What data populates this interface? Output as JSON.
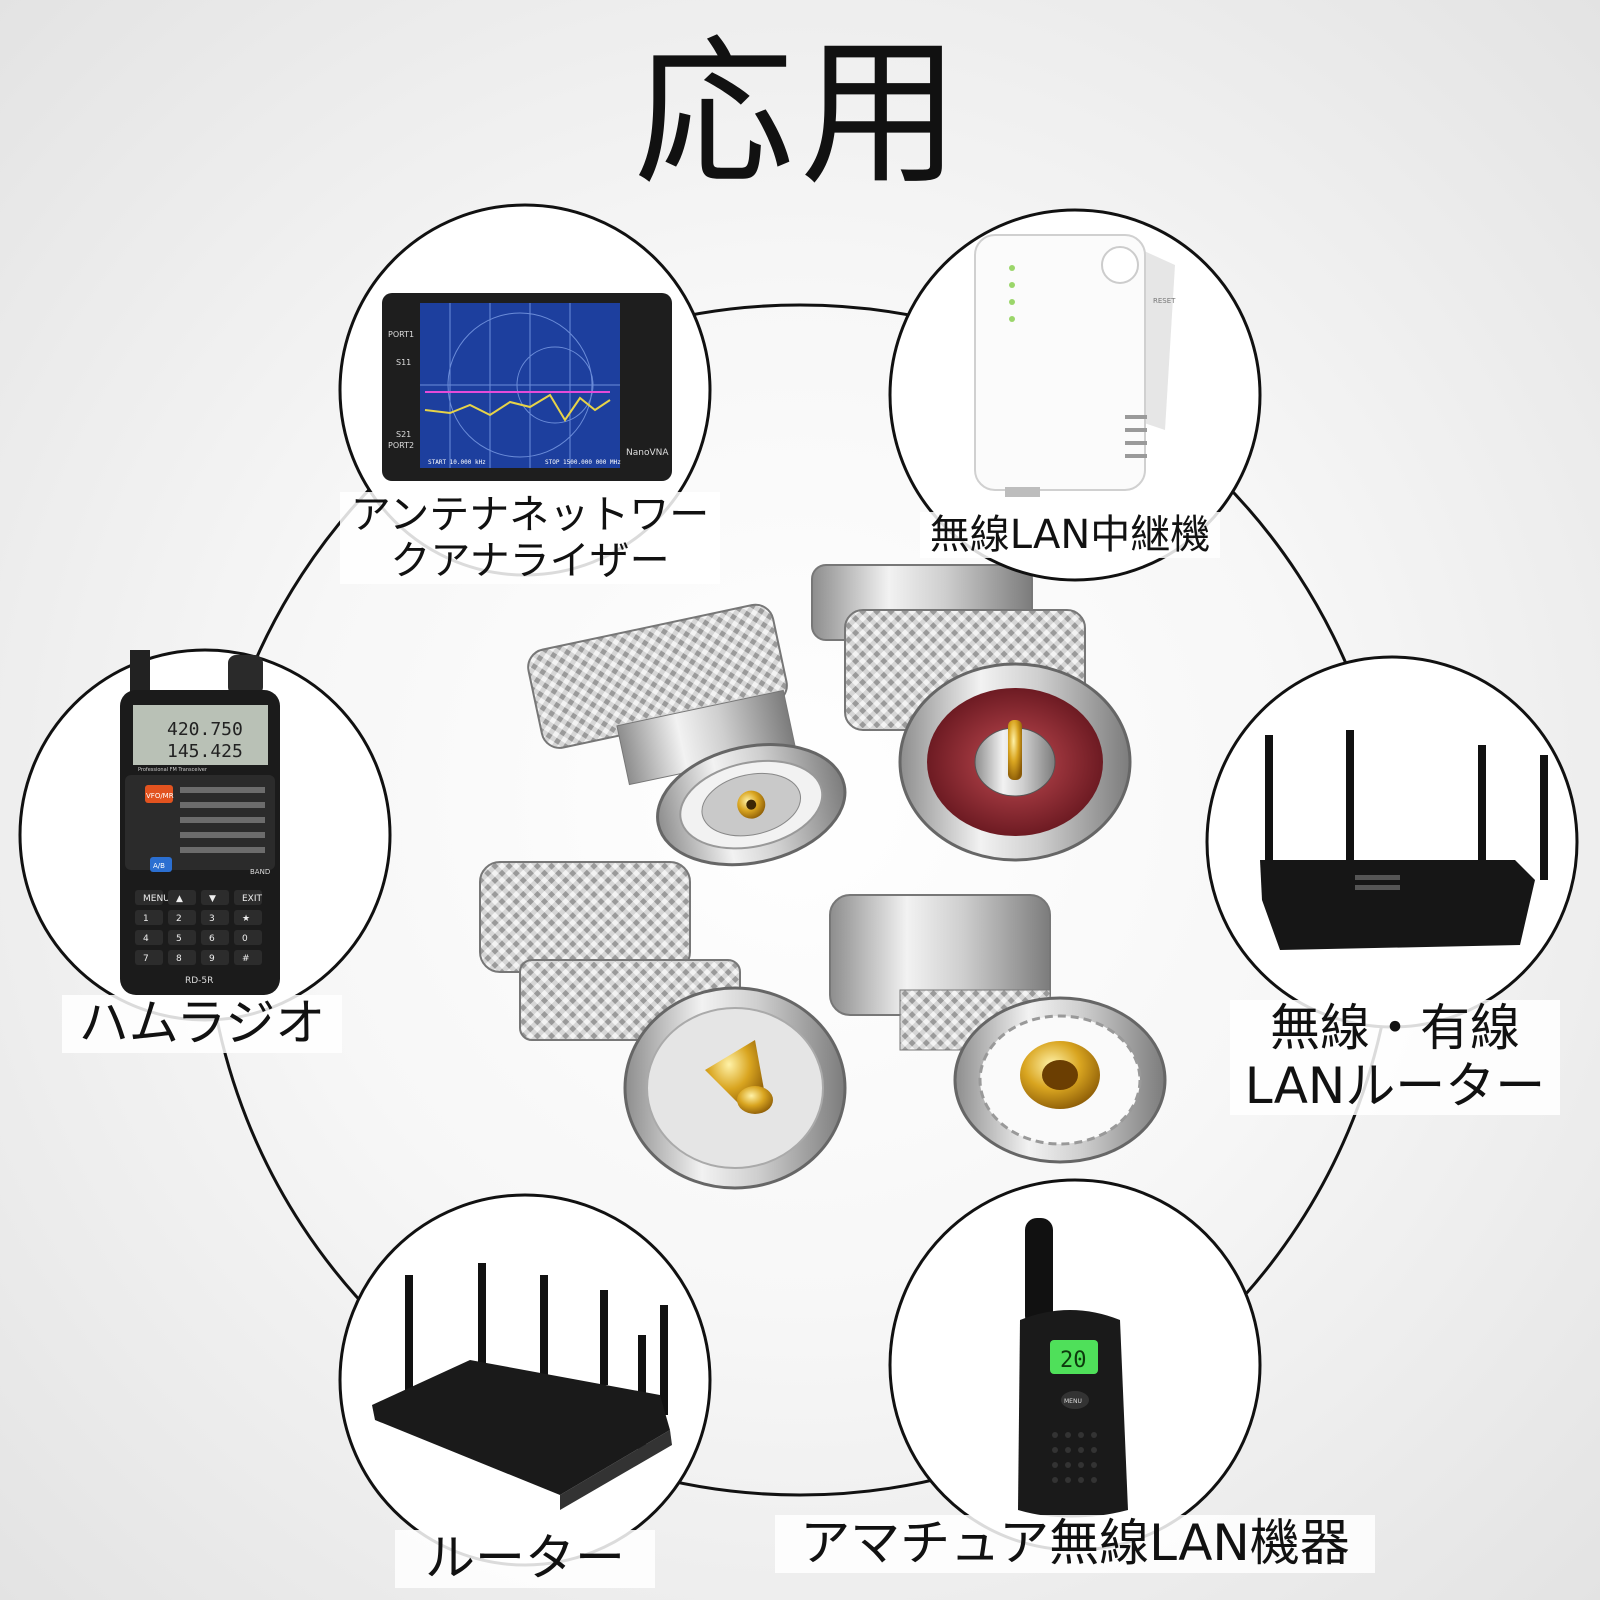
{
  "page": {
    "title": "応用"
  },
  "applications": [
    {
      "label": "アンテナネットワークアナライザー",
      "lines": [
        "アンテナネットワー",
        "クアナライザー"
      ]
    },
    {
      "label": "無線LAN中継機",
      "lines": [
        "無線LAN中継機"
      ]
    },
    {
      "label": "ハムラジオ",
      "lines": [
        "ハムラジオ"
      ]
    },
    {
      "label": "無線・有線LANルーター",
      "lines": [
        "無線・有線",
        "LANルーター"
      ]
    },
    {
      "label": "ルーター",
      "lines": [
        "ルーター"
      ]
    },
    {
      "label": "アマチュア無線LAN機器",
      "lines": [
        "アマチュア無線LAN機器"
      ]
    }
  ],
  "devices": {
    "vna": {
      "brand": "NanoVNA",
      "port1": "PORT1",
      "port2": "PORT2",
      "s11": "S11",
      "s21": "S21",
      "start": "START 10.000 kHz",
      "stop": "STOP 1500.000 000 MHz"
    },
    "ham_radio": {
      "model": "RD-5R",
      "freq1": "420.750",
      "freq2": "145.425",
      "sub": "Professional FM Transceiver",
      "keys": [
        "MENU",
        "▲",
        "▼",
        "EXIT",
        "1",
        "2",
        "3",
        "★",
        "4",
        "5",
        "6",
        "0",
        "7",
        "8",
        "9",
        "#"
      ],
      "vfo": "VFO/MR",
      "ab": "A/B",
      "band": "BAND"
    },
    "walkie": {
      "display": "20",
      "menu": "MENU"
    },
    "extender": {
      "reset": "RESET"
    }
  },
  "colors": {
    "ring": "#111111",
    "connector_silver": "#c9c9c9",
    "gold": "#d4a017",
    "screen_blue": "#1d3f9e",
    "walkie_screen": "#4fe05a"
  }
}
